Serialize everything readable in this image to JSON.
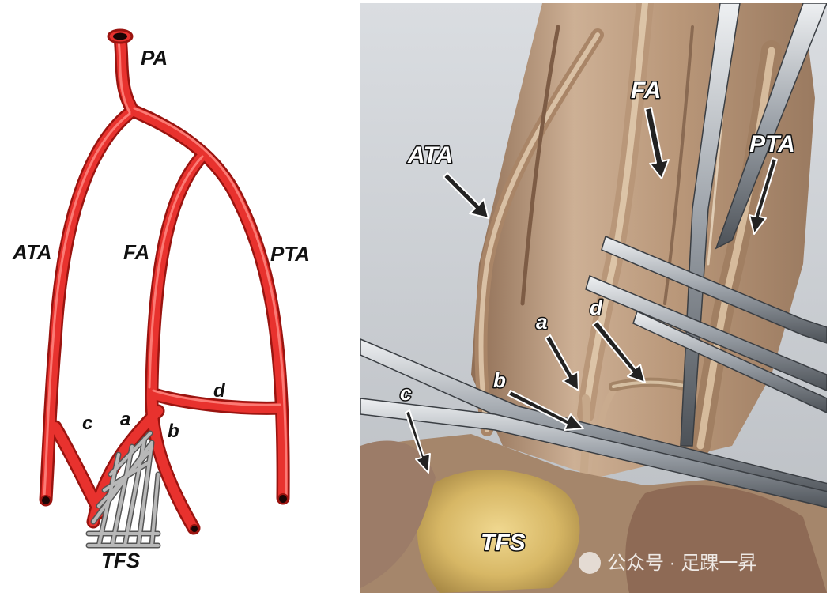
{
  "schematic": {
    "labels": {
      "pa": "PA",
      "ata": "ATA",
      "fa": "FA",
      "pta": "PTA",
      "a": "a",
      "b": "b",
      "c": "c",
      "d": "d",
      "tfs": "TFS"
    }
  },
  "photo": {
    "labels": {
      "ata": "ATA",
      "fa": "FA",
      "pta": "PTA",
      "a": "a",
      "b": "b",
      "c": "c",
      "d": "d",
      "tfs": "TFS"
    },
    "watermark": "公众号 · 足踝一昇"
  },
  "colors": {
    "artery": "#e8322e",
    "artery_dark": "#a01712",
    "artery_lumen": "#1a0505",
    "frame": "#8a8a8a",
    "arrow_fill": "#222222",
    "photo_bg": "#cfd3d8",
    "tissue": "#c7a98a",
    "instrument": "#b7bcc2"
  }
}
